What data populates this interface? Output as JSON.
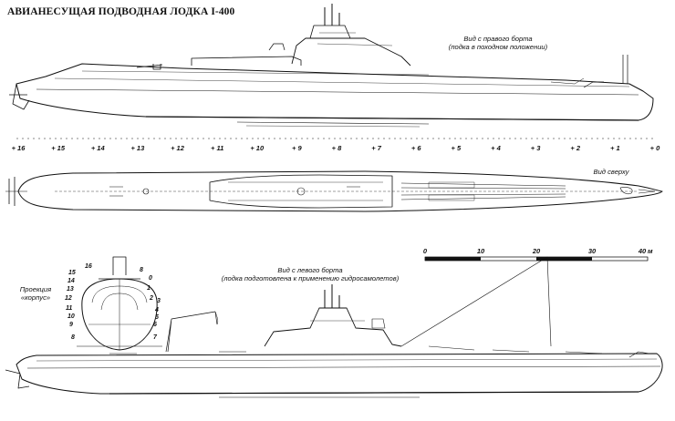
{
  "title": "АВИАНЕСУЩАЯ ПОДВОДНАЯ ЛОДКА I-400",
  "views": {
    "starboard": {
      "line1": "Вид с правого борта",
      "line2": "(подка в походном положении)"
    },
    "top": {
      "label": "Вид сверху"
    },
    "port": {
      "line1": "Вид с левого борта",
      "line2": "(лодка подготовлена к применению гидросамолетов)"
    }
  },
  "projection": {
    "line1": "Проекция",
    "line2": "«корпус»"
  },
  "frame_labels": [
    "+ 16",
    "+ 15",
    "+ 14",
    "+ 13",
    "+ 12",
    "+ 11",
    "+ 10",
    "+ 9",
    "+ 8",
    "+ 7",
    "+ 6",
    "+ 5",
    "+ 4",
    "+ 3",
    "+ 2",
    "+ 1",
    "+ 0"
  ],
  "scale_bar": {
    "ticks": [
      "0",
      "10",
      "20",
      "30",
      "40"
    ],
    "unit": "м"
  },
  "section_numbers": {
    "left": [
      "15",
      "14",
      "13",
      "12",
      "11",
      "10",
      "9",
      "8"
    ],
    "top": [
      "16",
      "8"
    ],
    "right": [
      "0",
      "1",
      "2",
      "3",
      "4",
      "5",
      "6",
      "7"
    ]
  }
}
